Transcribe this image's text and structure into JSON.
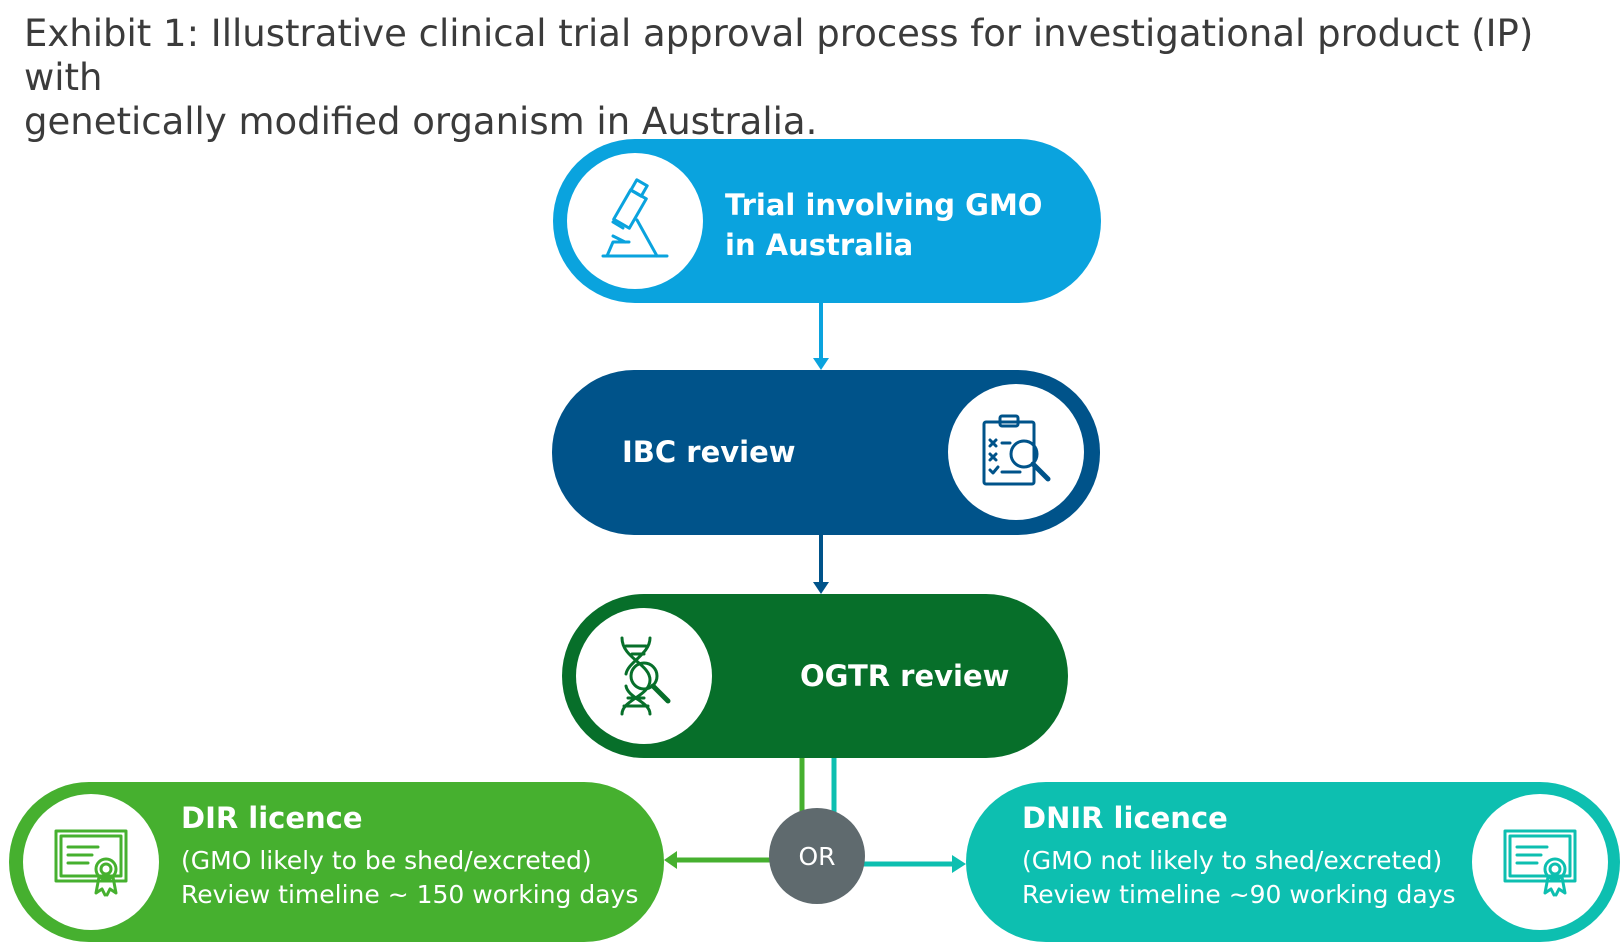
{
  "title": {
    "line1": "Exhibit 1: Illustrative clinical trial approval process for investigational product (IP) with",
    "line2": "genetically modified organism in Australia."
  },
  "steps": {
    "trial": {
      "line1": "Trial involving GMO",
      "line2": "in Australia",
      "icon": "microscope-icon",
      "color": "#0aa3de"
    },
    "ibc": {
      "label": "IBC review",
      "icon": "clipboard-search-icon",
      "color": "#00538a"
    },
    "ogtr": {
      "label": "OGTR review",
      "icon": "dna-search-icon",
      "color": "#076f2a"
    }
  },
  "outcomes": {
    "or_label": "OR",
    "dir": {
      "title": "DIR licence",
      "detail": "(GMO likely to be shed/excreted)",
      "timeline": "Review timeline ~ 150 working days",
      "icon": "certificate-icon",
      "color": "#46b02f"
    },
    "dnir": {
      "title": "DNIR licence",
      "detail": "(GMO not likely to shed/excreted)",
      "timeline": "Review timeline ~90 working days",
      "icon": "certificate-icon",
      "color": "#0dbfb0"
    }
  }
}
